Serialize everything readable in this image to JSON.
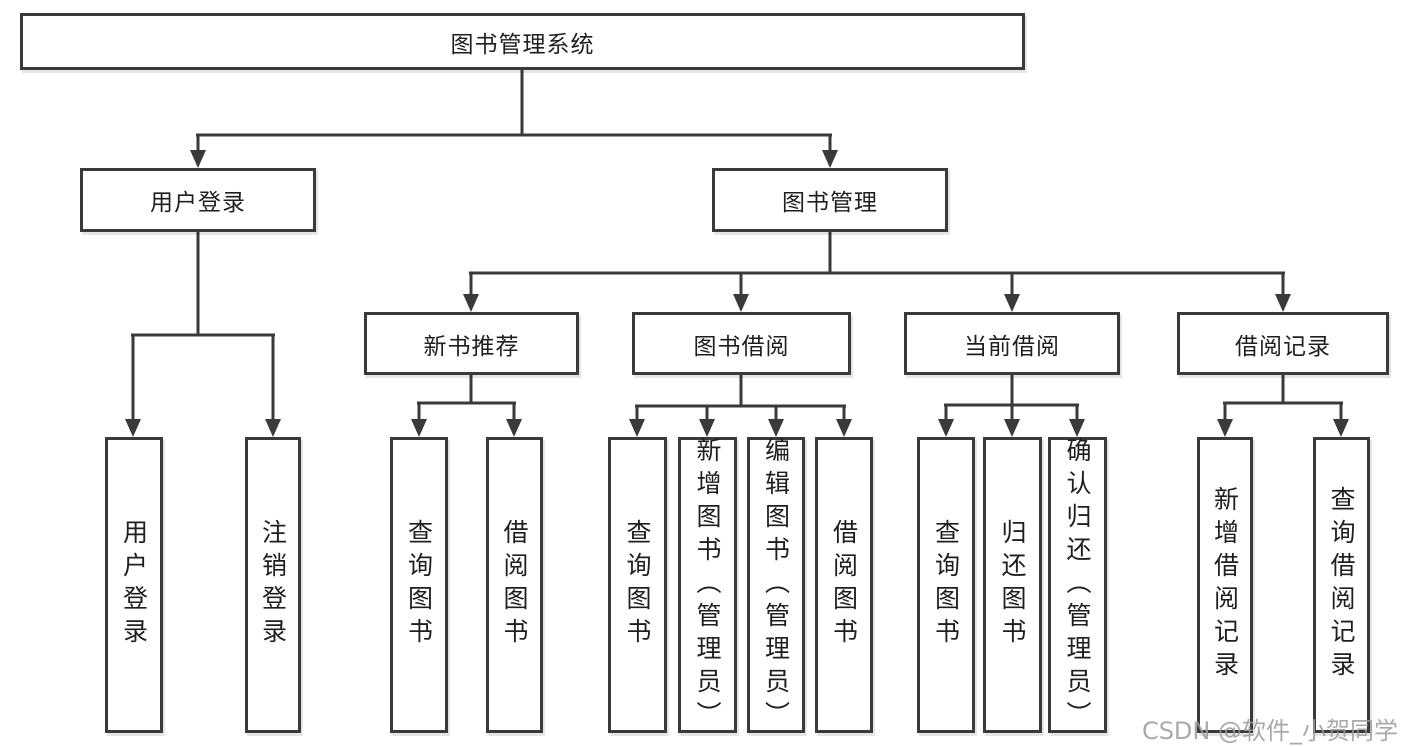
{
  "tree": {
    "label": "图书管理系统",
    "children": [
      {
        "label": "用户登录",
        "children": [
          {
            "label": "用户登录"
          },
          {
            "label": "注销登录"
          }
        ]
      },
      {
        "label": "图书管理",
        "children": [
          {
            "label": "新书推荐",
            "children": [
              {
                "label": "查询图书"
              },
              {
                "label": "借阅图书"
              }
            ]
          },
          {
            "label": "图书借阅",
            "children": [
              {
                "label": "查询图书"
              },
              {
                "label": "新增图书（管理员）"
              },
              {
                "label": "编辑图书（管理员）"
              },
              {
                "label": "借阅图书"
              }
            ]
          },
          {
            "label": "当前借阅",
            "children": [
              {
                "label": "查询图书"
              },
              {
                "label": "归还图书"
              },
              {
                "label": "确认归还（管理员）"
              }
            ]
          },
          {
            "label": "借阅记录",
            "children": [
              {
                "label": "新增借阅记录"
              },
              {
                "label": "查询借阅记录"
              }
            ]
          }
        ]
      }
    ]
  },
  "watermark": {
    "text": "CSDN @软件_小贺同学"
  },
  "colors": {
    "line": "#3a3a3a",
    "text": "#1f1f1f",
    "wm": "#9b9b9b",
    "background": "#ffffff"
  }
}
